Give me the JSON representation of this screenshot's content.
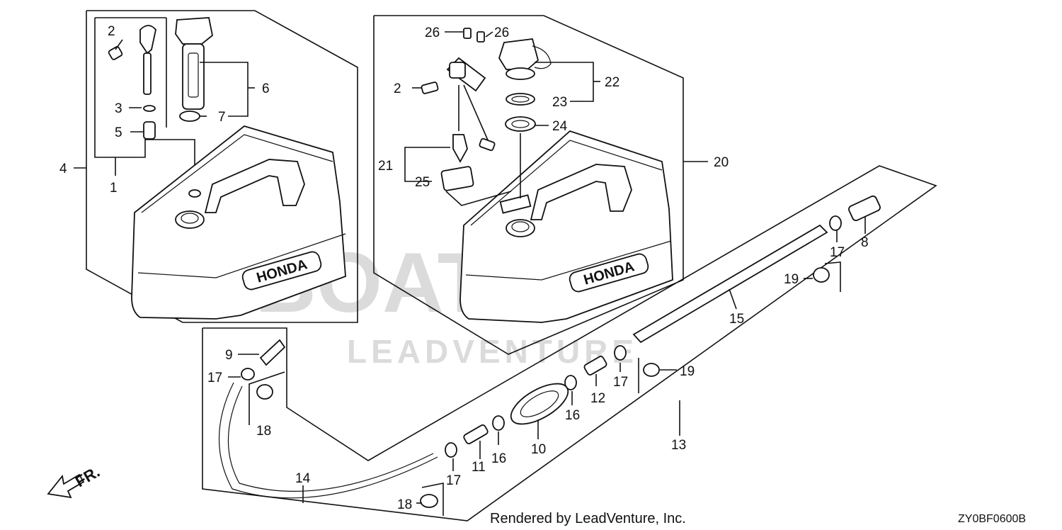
{
  "callouts": [
    {
      "id": "c1",
      "text": "1"
    },
    {
      "id": "c2a",
      "text": "2"
    },
    {
      "id": "c3",
      "text": "3"
    },
    {
      "id": "c4",
      "text": "4"
    },
    {
      "id": "c5",
      "text": "5"
    },
    {
      "id": "c6",
      "text": "6"
    },
    {
      "id": "c7",
      "text": "7"
    },
    {
      "id": "c2b",
      "text": "2"
    },
    {
      "id": "c26a",
      "text": "26"
    },
    {
      "id": "c26b",
      "text": "26"
    },
    {
      "id": "c22",
      "text": "22"
    },
    {
      "id": "c23",
      "text": "23"
    },
    {
      "id": "c24",
      "text": "24"
    },
    {
      "id": "c20",
      "text": "20"
    },
    {
      "id": "c21",
      "text": "21"
    },
    {
      "id": "c25",
      "text": "25"
    },
    {
      "id": "c8",
      "text": "8"
    },
    {
      "id": "c17a",
      "text": "17"
    },
    {
      "id": "c19a",
      "text": "19"
    },
    {
      "id": "c15",
      "text": "15"
    },
    {
      "id": "c9",
      "text": "9"
    },
    {
      "id": "c17b",
      "text": "17"
    },
    {
      "id": "c18a",
      "text": "18"
    },
    {
      "id": "c17c",
      "text": "17"
    },
    {
      "id": "c19b",
      "text": "19"
    },
    {
      "id": "c12",
      "text": "12"
    },
    {
      "id": "c16a",
      "text": "16"
    },
    {
      "id": "c10",
      "text": "10"
    },
    {
      "id": "c13",
      "text": "13"
    },
    {
      "id": "c16b",
      "text": "16"
    },
    {
      "id": "c11",
      "text": "11"
    },
    {
      "id": "c17d",
      "text": "17"
    },
    {
      "id": "c14",
      "text": "14"
    },
    {
      "id": "c18b",
      "text": "18"
    }
  ],
  "tank_brand_left": "HONDA",
  "tank_brand_right": "HONDA",
  "direction_label": "FR.",
  "watermark_line1": "BOATS",
  "watermark_line2": "LEADVENTURE",
  "footer_credit": "Rendered by LeadVenture, Inc.",
  "diagram_code": "ZY0BF0600B"
}
